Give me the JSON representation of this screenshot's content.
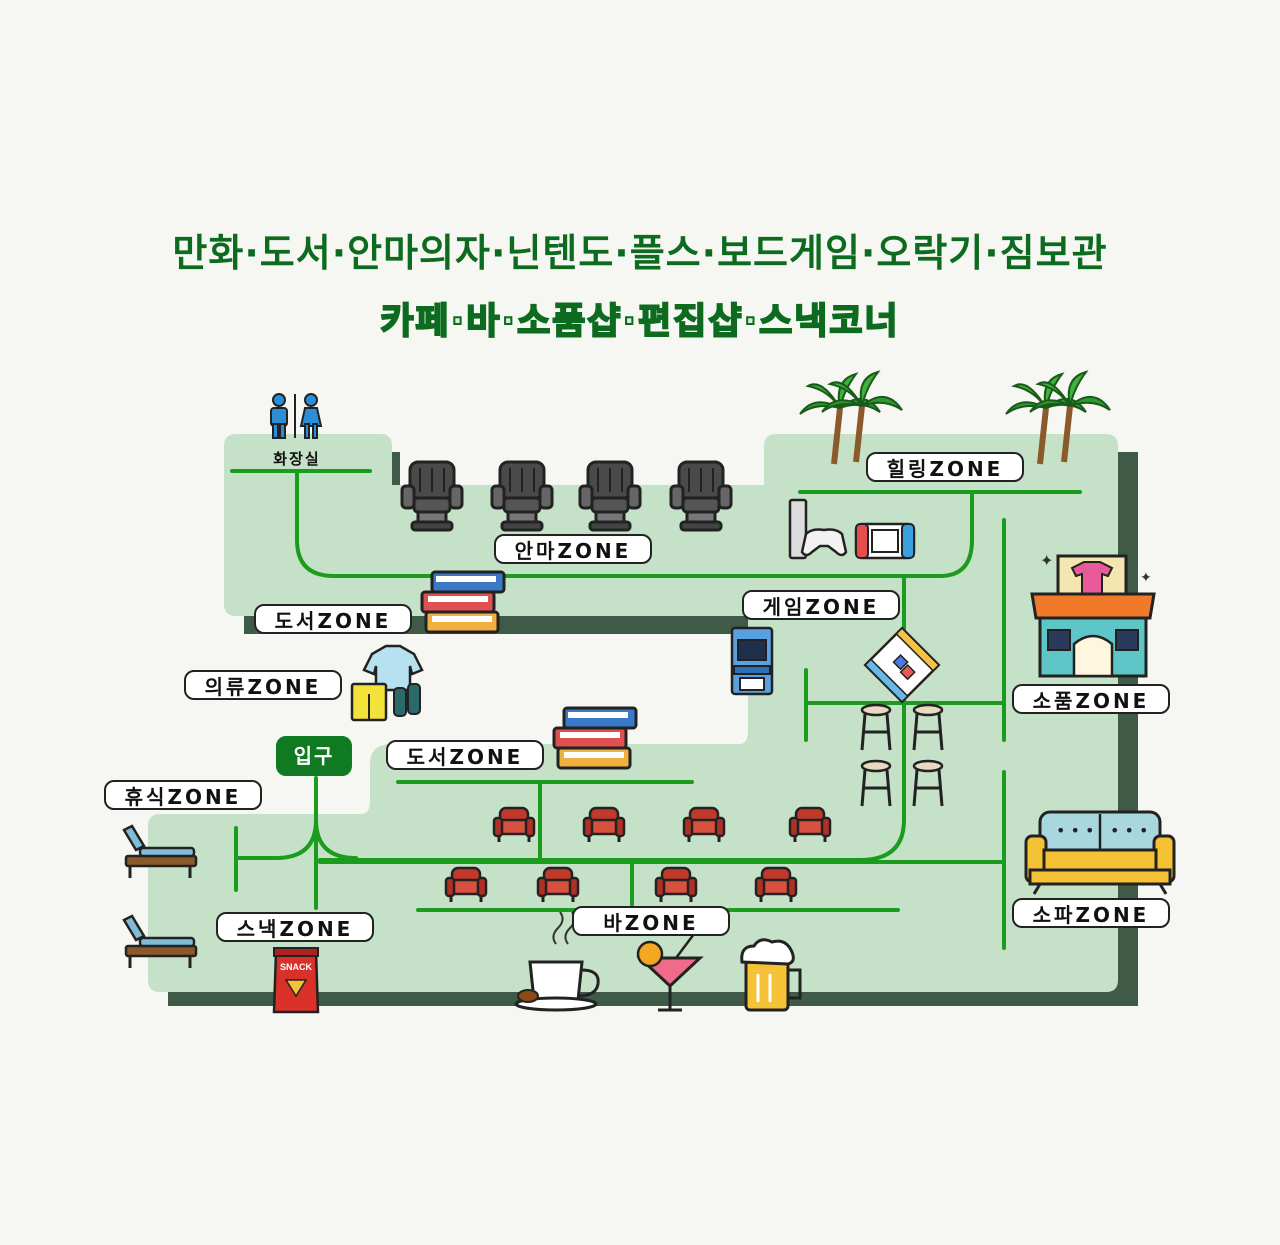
{
  "header": {
    "line1": "만화·도서·안마의자·닌텐도·플스·보드게임·오락기·짐보관",
    "line2": "카페·바·소품샵·편집샵·스낵코너"
  },
  "zones": {
    "restroom": "화장실",
    "massage": "안마ZONE",
    "healing": "힐링ZONE",
    "books_top": "도서ZONE",
    "game": "게임ZONE",
    "clothing": "의류ZONE",
    "goods": "소품ZONE",
    "entrance": "입구",
    "books_mid": "도서ZONE",
    "rest": "휴식ZONE",
    "sofa": "소파ZONE",
    "snack": "스낵ZONE",
    "bar": "바ZONE"
  },
  "icon_text": {
    "snack_bag": "SNACK"
  },
  "colors": {
    "floor": "#c5e1c7",
    "floor_shadow": "#3f5a46",
    "path": "#1b9c1e",
    "title": "#0d6b1f"
  }
}
